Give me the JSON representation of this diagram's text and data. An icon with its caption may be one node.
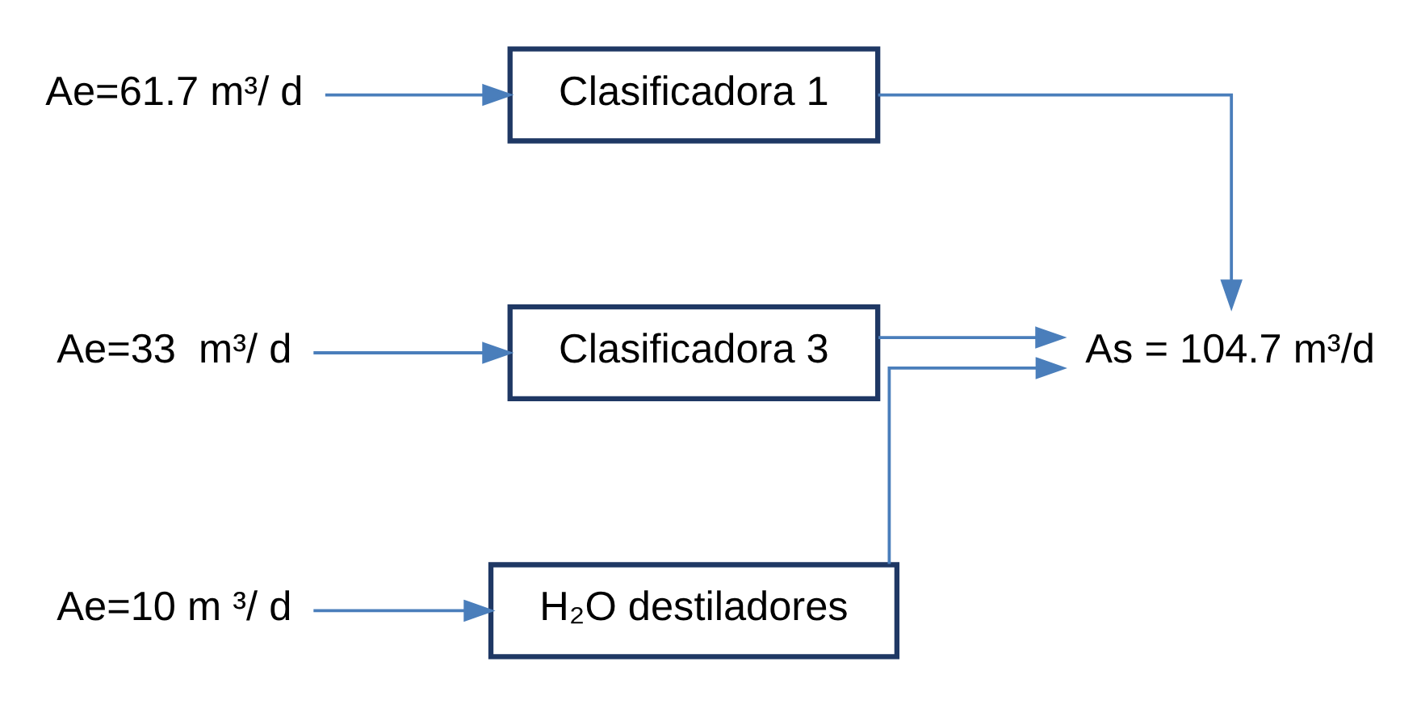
{
  "diagram": {
    "nodes": [
      {
        "text": [
          "Ae=61.7 m³/ d"
        ]
      },
      {
        "text": [
          "Clasificadora 1"
        ]
      },
      {
        "text": [
          "Ae=33  m³/ d"
        ]
      },
      {
        "text": [
          "Clasificadora 3"
        ]
      },
      {
        "text": [
          "Ae=10 m ³/ d"
        ]
      },
      {
        "text": [
          "H₂O destiladores"
        ]
      },
      {
        "text": [
          "As = 104.7 m³/d"
        ]
      }
    ],
    "edges": [
      {
        "from": 0,
        "to": 1,
        "arrow": "to"
      },
      {
        "from": 2,
        "to": 3,
        "arrow": "to"
      },
      {
        "from": 4,
        "to": 5,
        "arrow": "to"
      },
      {
        "from": 1,
        "to": 6,
        "arrow": "to"
      },
      {
        "from": 3,
        "to": 6,
        "arrow": "to"
      },
      {
        "from": 5,
        "to": 6,
        "arrow": "to"
      }
    ]
  }
}
